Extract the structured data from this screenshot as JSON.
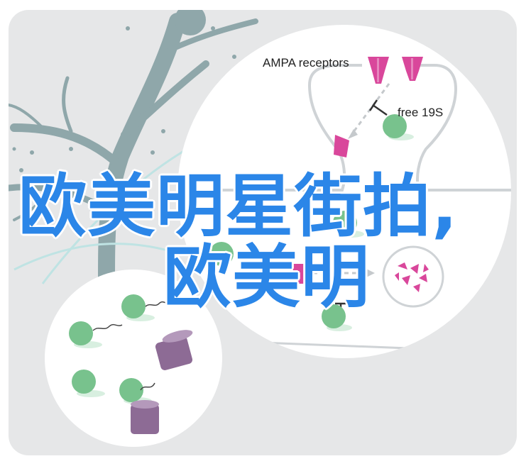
{
  "labels": {
    "ampa": "AMPA receptors",
    "free19s": "free 19S"
  },
  "overlay": {
    "line1": "欧美明星街拍,",
    "line2": "欧美明"
  },
  "colors": {
    "panel_bg": "#e6e7e8",
    "circle_fill": "#ffffff",
    "neuron": "#8fa7aa",
    "pink_receptor": "#d9479b",
    "proteasome_green": "#78c28d",
    "proteasome_purple": "#8d6b95",
    "overlay_text": "#2b86e8"
  },
  "icons": [
    "neuron-branch-icon",
    "ampa-receptor-icon",
    "proteasome-icon",
    "degradation-fragments-icon",
    "inhibition-arrow-icon"
  ]
}
